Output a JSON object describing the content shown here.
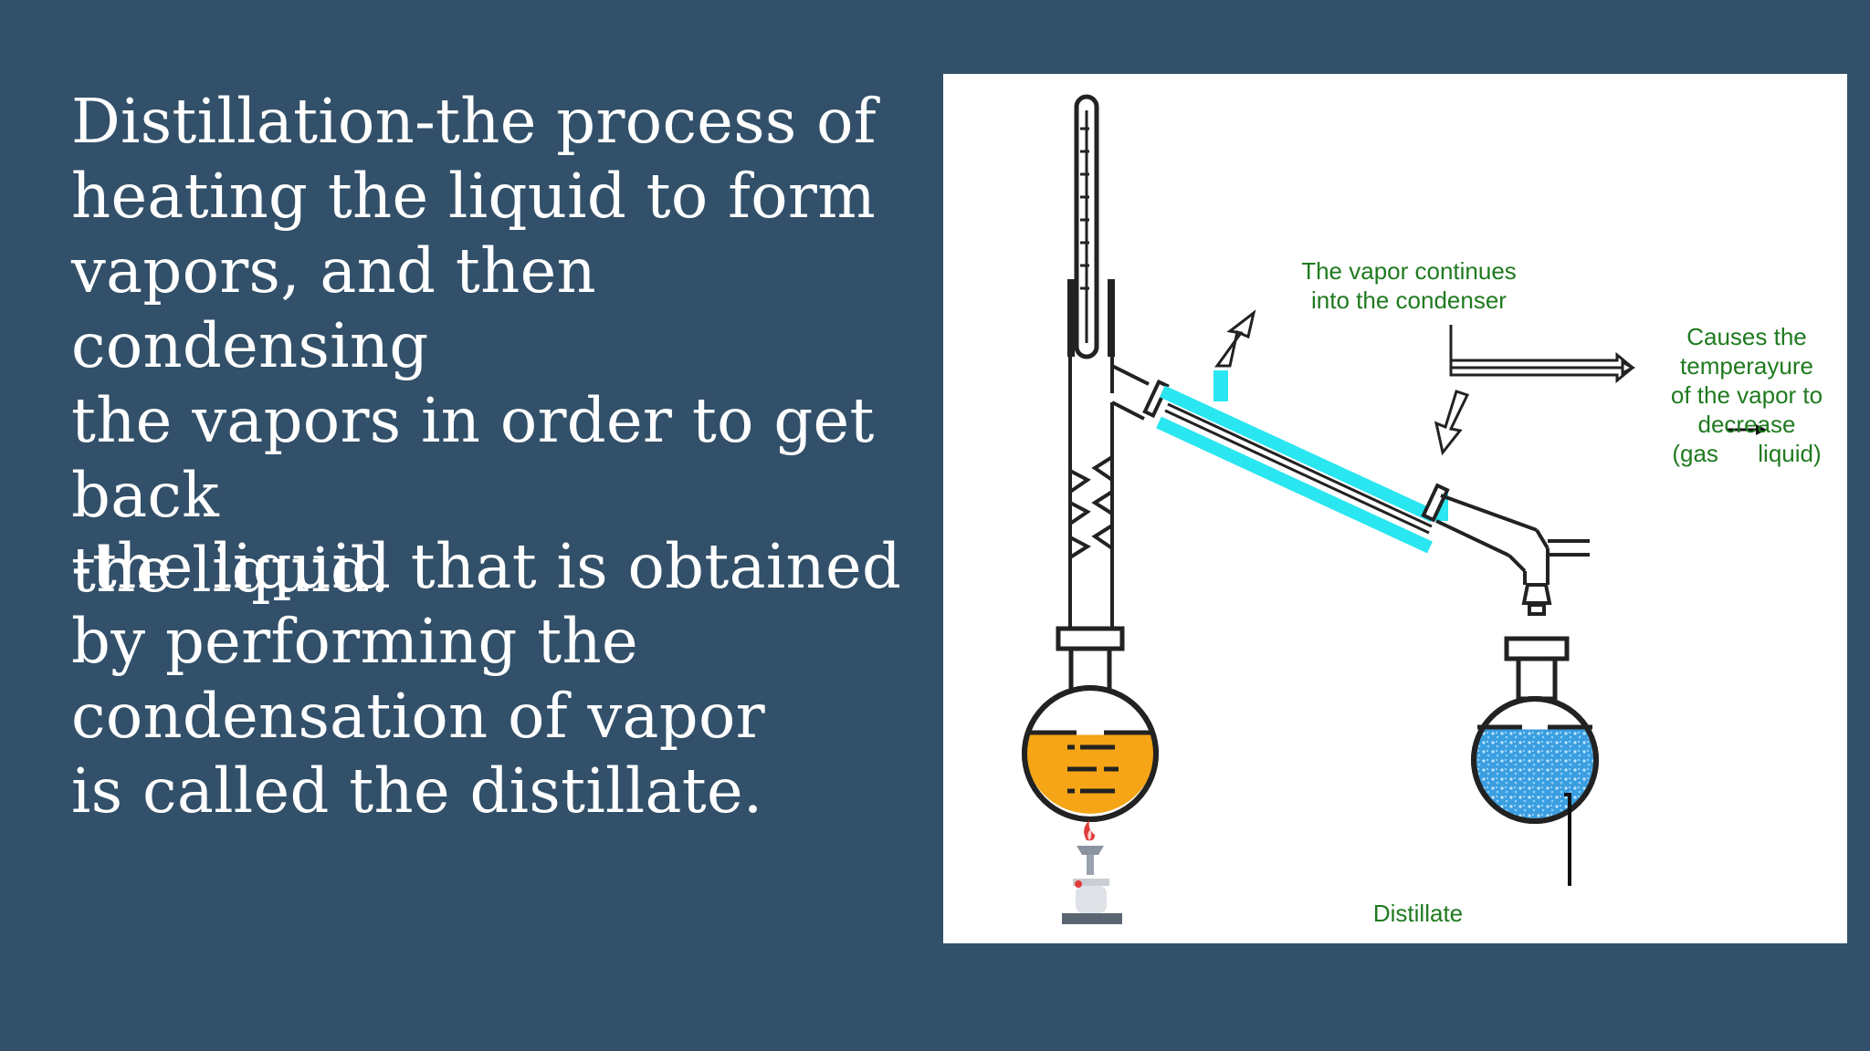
{
  "slide": {
    "definition_text": "Distillation-the process of\nheating the liquid to form\nvapors, and then condensing\nthe vapors in order to get back\nthe liquid.",
    "distillate_text": "-the liquid that is obtained\nby performing the\ncondensation of vapor\nis called the distillate."
  },
  "diagram": {
    "label_vapor": "The vapor continues\ninto the condenser",
    "label_cause_a": "Causes the\ntemperayure\nof the vapor to\ndecrease\n(gas ",
    "label_cause_b": "liquid)",
    "label_distillate": "Distillate"
  },
  "colors": {
    "background": "#325069",
    "condenser": "#29e6f0",
    "flask_liquid": "#f5a515",
    "distillate_liquid": "#3a9ee0",
    "label_green": "#1f7a1f"
  }
}
